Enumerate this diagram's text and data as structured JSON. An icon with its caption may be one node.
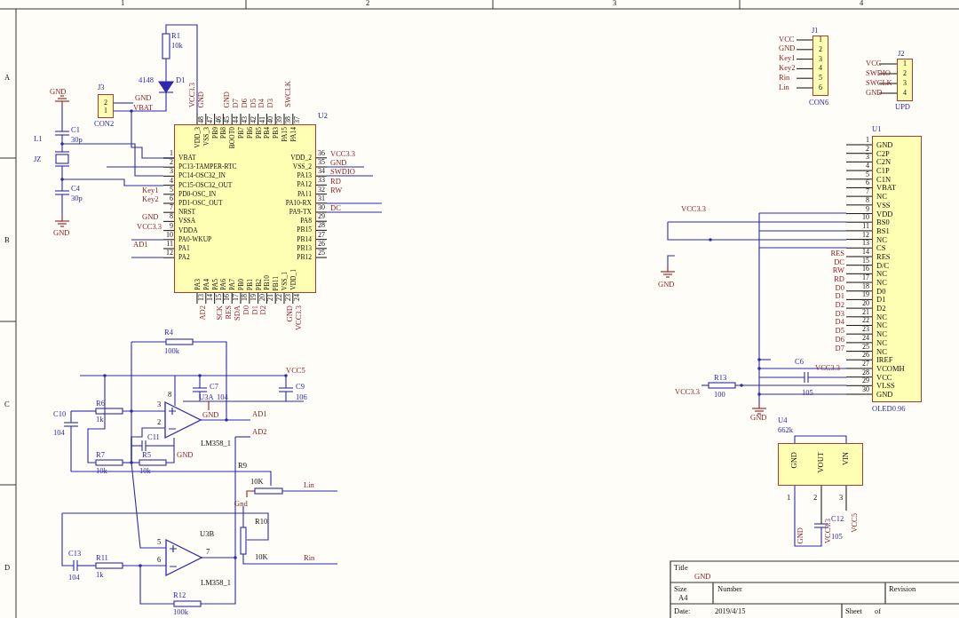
{
  "diagram": {
    "nodes": [
      {
        "text": [
          "2",
          "1"
        ],
        "beside": [
          "J3",
          "CON2"
        ]
      },
      {
        "text": [
          "VBAT",
          "PC13-TAMPER-RTC",
          "PC14-OSC32_IN",
          "PC15-OSC32_OUT",
          "PD0-OSC_IN",
          "PD1-OSC_OUT",
          "NRST",
          "VSSA",
          "VDDA",
          "PA0-WKUP",
          "PA1",
          "PA2",
          "PA3",
          "PA4",
          "PA5",
          "PA6",
          "PA7",
          "PB0",
          "PB1",
          "PB2",
          "PB10",
          "PB11",
          "VSS_1",
          "VDD_1",
          "PB12",
          "PB13",
          "PB14",
          "PB15",
          "PA8",
          "PA9-TX",
          "PA10-RX",
          "PA11",
          "PA12",
          "PA13",
          "VSS_2",
          "VDD_2",
          "PA14",
          "PA15",
          "PB3",
          "PB4",
          "PB5",
          "PB6",
          "PB7",
          "BOOT0",
          "PB8",
          "PB9",
          "VSS_3",
          "VDD_3"
        ],
        "beside": [
          "U2",
          "1",
          "2",
          "3",
          "4",
          "5",
          "6",
          "7",
          "8",
          "9",
          "10",
          "11",
          "12",
          "13",
          "14",
          "15",
          "16",
          "17",
          "18",
          "19",
          "20",
          "21",
          "22",
          "23",
          "24",
          "25",
          "26",
          "27",
          "28",
          "29",
          "30",
          "31",
          "32",
          "33",
          "34",
          "35",
          "36",
          "37",
          "38",
          "39",
          "40",
          "41",
          "42",
          "43",
          "44",
          "45",
          "46",
          "47",
          "48"
        ]
      },
      {
        "text": [
          "1",
          "2",
          "3",
          "4",
          "5",
          "6"
        ],
        "beside": [
          "J1",
          "CON6"
        ]
      },
      {
        "text": [
          "1",
          "2",
          "3",
          "4"
        ],
        "beside": [
          "J2",
          "UPD"
        ]
      },
      {
        "text": [
          "GND",
          "C2P",
          "C2N",
          "C1P",
          "C1N",
          "VBAT",
          "NC",
          "VSS",
          "VDD",
          "BS0",
          "BS1",
          "NC",
          "CS",
          "RES",
          "D/C",
          "NC",
          "NC",
          "D0",
          "D1",
          "D2",
          "NC",
          "NC",
          "NC",
          "NC",
          "NC",
          "IREF",
          "VCOMH",
          "VCC",
          "VLSS",
          "GND"
        ],
        "beside": [
          "U1",
          "OLED0.96",
          "1",
          "2",
          "3",
          "4",
          "5",
          "6",
          "7",
          "8",
          "9",
          "10",
          "11",
          "12",
          "13",
          "14",
          "15",
          "16",
          "17",
          "18",
          "19",
          "20",
          "21",
          "22",
          "23",
          "24",
          "25",
          "26",
          "27",
          "28",
          "29",
          "30"
        ]
      },
      {
        "text": [
          "GND",
          "VOUT",
          "VIN"
        ],
        "beside": [
          "U4",
          "662k",
          "1",
          "2",
          "3"
        ]
      },
      {
        "text": [],
        "shape": "triangle",
        "beside": [
          "8",
          "3",
          "2",
          "U3A",
          "LM358_1"
        ]
      },
      {
        "text": [],
        "shape": "triangle",
        "beside": [
          "5",
          "6",
          "7",
          "U3B",
          "LM358_1"
        ]
      }
    ],
    "edges": [
      {
        "from": 0,
        "to": 1,
        "arrow": "none"
      },
      {
        "from": 6,
        "to": 7,
        "arrow": "none"
      }
    ],
    "labels": [
      "1",
      "2",
      "3",
      "4",
      "A",
      "B",
      "C",
      "D",
      "R1",
      "10k",
      "4148",
      "D1",
      "GND",
      "C1",
      "L1",
      "30p",
      "JZ",
      "C4",
      "30p",
      "GND",
      "GND",
      "VBAT",
      "VCC3.3",
      "GND",
      "GND",
      "D7",
      "D6",
      "D5",
      "D4",
      "D3",
      "SWCLK",
      "Key1",
      "Key2",
      "GND",
      "VCC3.3",
      "AD1",
      "VCC3.3",
      "GND",
      "SWDIO",
      "RD",
      "RW",
      "DC",
      "AD2",
      "SCK",
      "RES",
      "SDA",
      "D0",
      "D1",
      "D2",
      "GND",
      "VCC3.3",
      "R4",
      "100k",
      "C7",
      "104",
      "C9",
      "106",
      "VCC5",
      "R6",
      "1k",
      "C10",
      "104",
      "GND",
      "AD1",
      "AD2",
      "C11",
      "R7",
      "R5",
      "GND",
      "10k",
      "10k",
      "R9",
      "10K",
      "Lin",
      "Gnd",
      "R10",
      "10K",
      "Rin",
      "C13",
      "104",
      "R11",
      "1k",
      "R12",
      "100k",
      "VCC",
      "GND",
      "Key1",
      "Key2",
      "Rin",
      "Lin",
      "VCC",
      "SWDIO",
      "SWCLK",
      "GND",
      "VCC3.3",
      "GND",
      "RES",
      "DC",
      "RW",
      "RD",
      "D0",
      "D1",
      "D2",
      "D3",
      "D4",
      "D5",
      "D6",
      "D7",
      "C6",
      "105",
      "VCC3.3",
      "R13",
      "VCC3.3",
      "100",
      "GND",
      "C12",
      "105",
      "GND",
      "VCC3.3",
      "VCC5",
      "Title",
      "Size",
      "GND",
      "A4",
      "Number",
      "Revision",
      "Date:",
      "2019/4/15",
      "Sheet",
      "of"
    ]
  }
}
